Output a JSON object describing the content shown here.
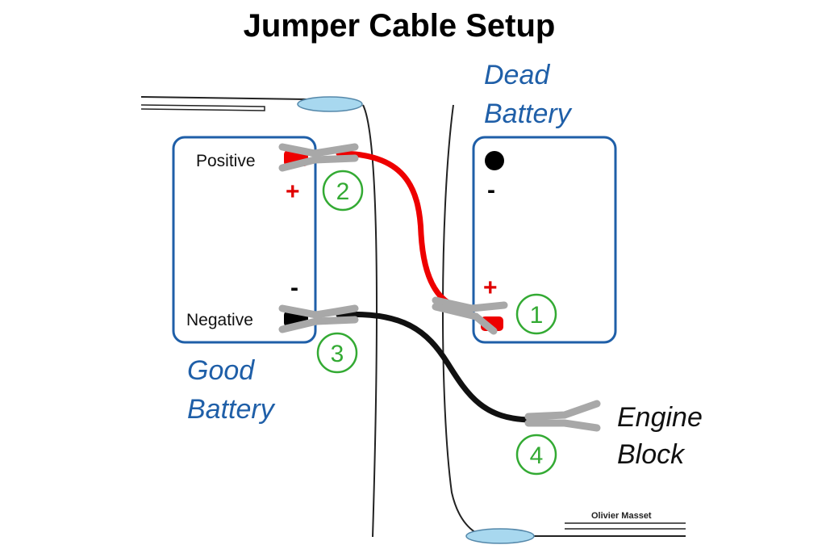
{
  "title": "Jumper Cable Setup",
  "good_battery": {
    "label_line1": "Good",
    "label_line2": "Battery",
    "positive_label": "Positive",
    "negative_label": "Negative",
    "plus_sign": "+",
    "minus_sign": "-"
  },
  "dead_battery": {
    "label_line1": "Dead",
    "label_line2": "Battery",
    "plus_sign": "+",
    "minus_sign": "-"
  },
  "engine_block": {
    "label_line1": "Engine",
    "label_line2": "Block"
  },
  "steps": [
    "1",
    "2",
    "3",
    "4"
  ],
  "credit": "Olivier Masset",
  "colors": {
    "battery_outline": "#1f5fa8",
    "label_blue": "#1f5fa8",
    "positive_cable": "#ee0000",
    "negative_cable": "#111111",
    "step_circle": "#33aa33",
    "clamp": "#a8a8a8",
    "car_line": "#222222",
    "light_blue": "#a8d8ef"
  }
}
